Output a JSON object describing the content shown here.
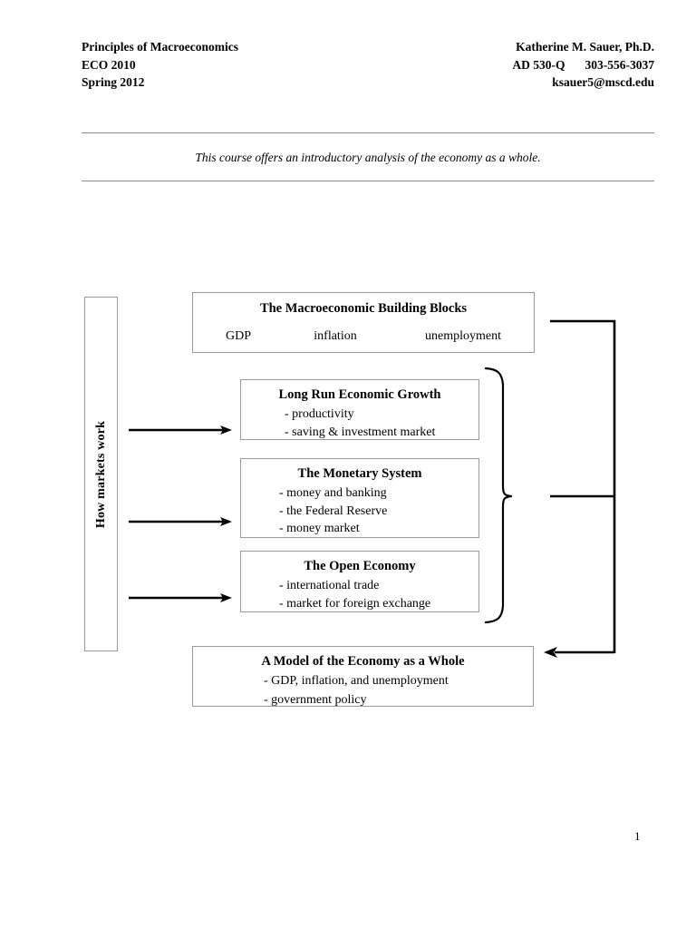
{
  "header": {
    "left": {
      "course_title": "Principles of Macroeconomics",
      "course_number": "ECO 2010",
      "term": "Spring 2012"
    },
    "right": {
      "instructor": "Katherine M. Sauer, Ph.D.",
      "office": "AD 530-Q",
      "phone": "303-556-3037",
      "email": "ksauer5@mscd.edu"
    }
  },
  "tagline": "This course offers an introductory analysis of the economy as a whole.",
  "diagram": {
    "side_label": "How markets work",
    "building_blocks": {
      "title": "The Macroeconomic Building Blocks",
      "items": [
        "GDP",
        "inflation",
        "unemployment"
      ]
    },
    "long_run_growth": {
      "title": "Long Run Economic Growth",
      "items": [
        "- productivity",
        "- saving & investment market"
      ]
    },
    "monetary_system": {
      "title": "The Monetary System",
      "items": [
        "- money and banking",
        "- the Federal Reserve",
        "- money market"
      ]
    },
    "open_economy": {
      "title": "The Open Economy",
      "items": [
        "- international trade",
        "- market for foreign exchange"
      ]
    },
    "model_whole": {
      "title": "A Model of the Economy as a Whole",
      "items": [
        "- GDP, inflation, and unemployment",
        "- government policy"
      ]
    }
  },
  "page_number": "1",
  "colors": {
    "text": "#000000",
    "rule": "#8a8a8a",
    "box_border": "#9a9a9a",
    "connector": "#000000"
  }
}
